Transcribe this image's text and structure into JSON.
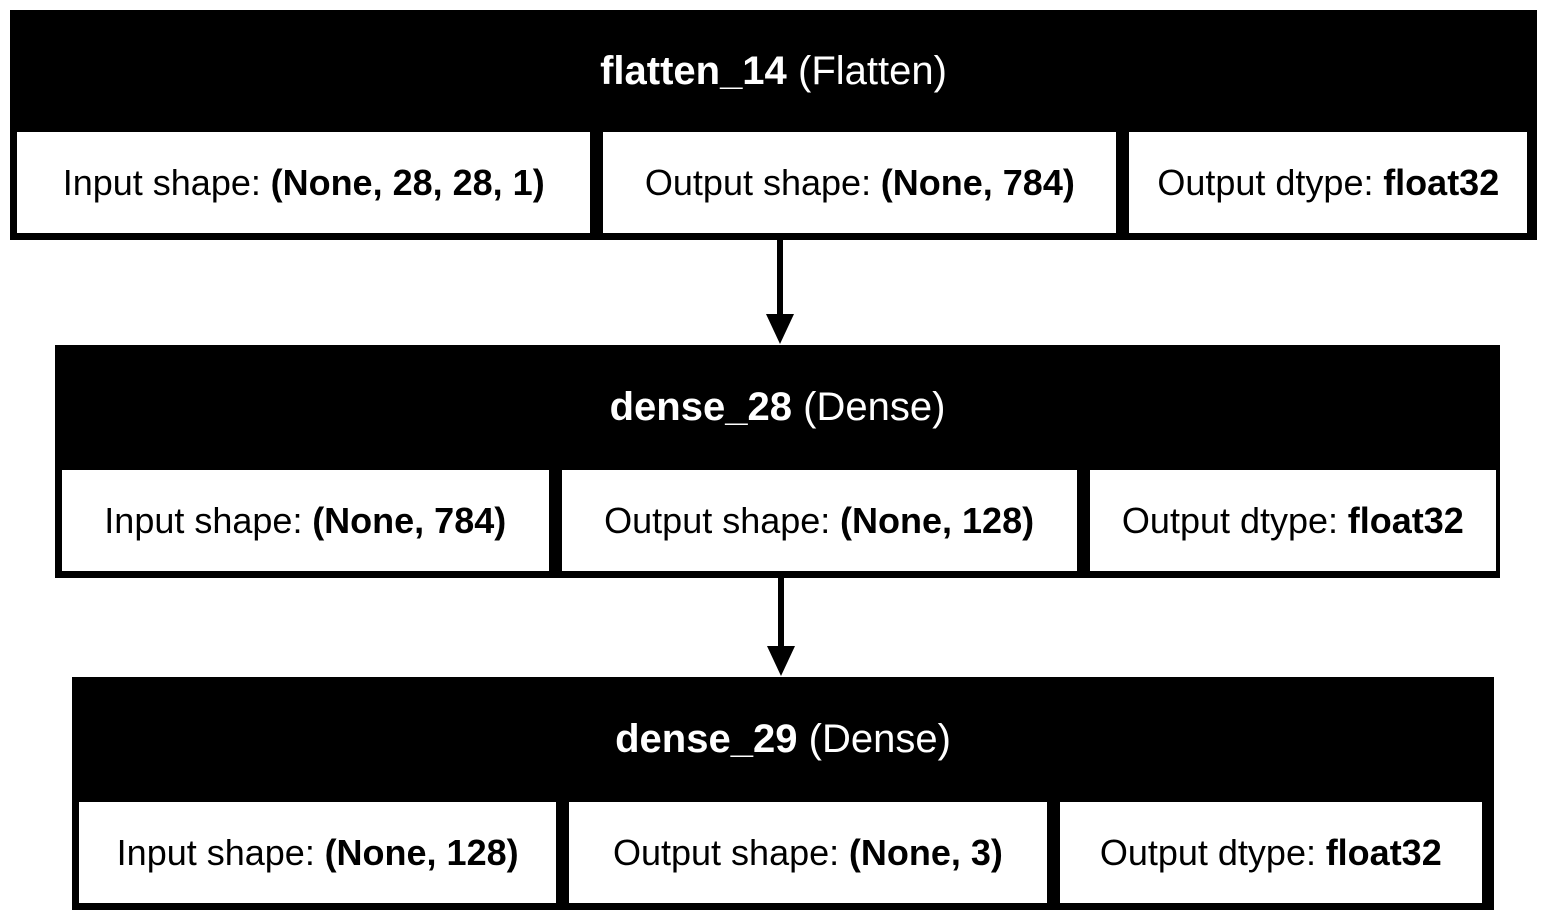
{
  "diagram": {
    "kind": "keras-model-plot",
    "colors": {
      "background": "#ffffff",
      "node_fill": "#000000",
      "node_title_text": "#ffffff",
      "cell_fill": "#ffffff",
      "cell_text": "#000000",
      "connector": "#000000"
    },
    "layers": [
      {
        "name": "flatten_14",
        "type": "(Flatten)",
        "fields": [
          {
            "label": "Input shape:",
            "value": "(None, 28, 28, 1)"
          },
          {
            "label": "Output shape:",
            "value": "(None, 784)"
          },
          {
            "label": "Output dtype:",
            "value": "float32"
          }
        ]
      },
      {
        "name": "dense_28",
        "type": "(Dense)",
        "fields": [
          {
            "label": "Input shape:",
            "value": "(None, 784)"
          },
          {
            "label": "Output shape:",
            "value": "(None, 128)"
          },
          {
            "label": "Output dtype:",
            "value": "float32"
          }
        ]
      },
      {
        "name": "dense_29",
        "type": "(Dense)",
        "fields": [
          {
            "label": "Input shape:",
            "value": "(None, 128)"
          },
          {
            "label": "Output shape:",
            "value": "(None, 3)"
          },
          {
            "label": "Output dtype:",
            "value": "float32"
          }
        ]
      }
    ]
  }
}
